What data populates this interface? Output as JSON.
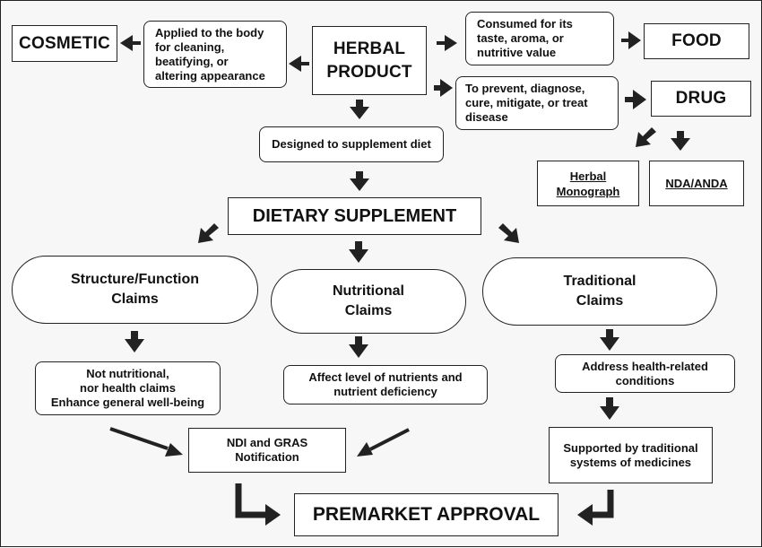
{
  "nodes": {
    "herbal_product": "HERBAL\nPRODUCT",
    "cosmetic": "COSMETIC",
    "cosmetic_def": "Applied to the body\nfor cleaning,\nbeatifying, or\naltering appearance",
    "food_def": "Consumed for its\ntaste, aroma, or\nnutritive value",
    "food": "FOOD",
    "drug_def": "To prevent, diagnose,\ncure, mitigate, or treat\ndisease",
    "drug": "DRUG",
    "herbal_monograph_line1": "Herbal",
    "herbal_monograph_line2": "Monograph",
    "nda_anda": "NDA/ANDA",
    "supplement_def": "Designed to supplement diet",
    "dietary_supplement": "DIETARY SUPPLEMENT",
    "structure_function": "Structure/Function\nClaims",
    "nutritional": "Nutritional\nClaims",
    "traditional": "Traditional\nClaims",
    "sf_desc": "Not nutritional,\nnor health claims\nEnhance general well-being",
    "nutr_desc": "Affect level of nutrients and\nnutrient deficiency",
    "trad_desc": "Address health-related\nconditions",
    "trad_support": "Supported by traditional\nsystems of medicines",
    "ndi_gras": "NDI and GRAS\nNotification",
    "premarket": "PREMARKET APPROVAL"
  },
  "colors": {
    "stroke": "#222222",
    "fill": "#ffffff",
    "background": "#f7f7f7"
  }
}
